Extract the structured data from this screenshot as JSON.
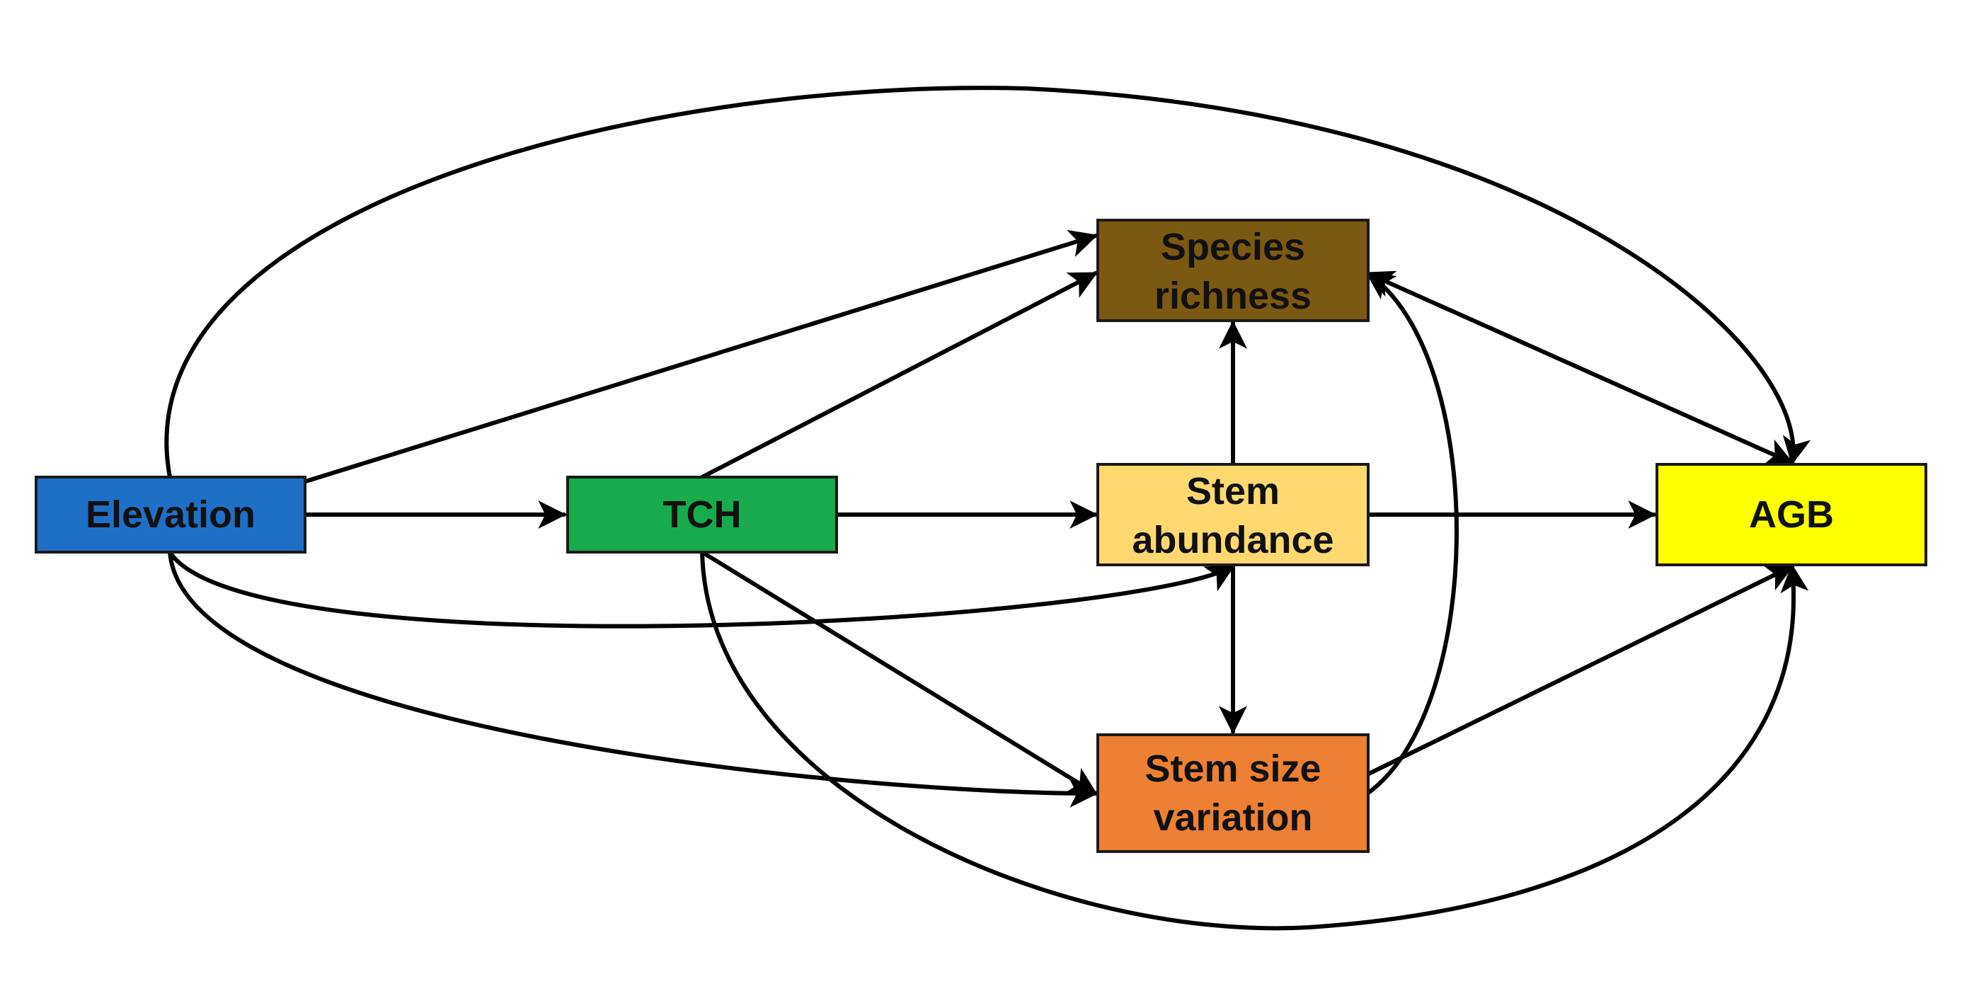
{
  "diagram": {
    "type": "path-diagram",
    "nodes": {
      "elevation": {
        "label_lines": [
          "Elevation"
        ],
        "color": "#1f6fc6"
      },
      "tch": {
        "label_lines": [
          "TCH"
        ],
        "color": "#18ab4b"
      },
      "species_richness": {
        "label_lines": [
          "Species",
          "richness"
        ],
        "color": "#7c5913"
      },
      "stem_abundance": {
        "label_lines": [
          "Stem",
          "abundance"
        ],
        "color": "#ffd970"
      },
      "stem_size_variation": {
        "label_lines": [
          "Stem size",
          "variation"
        ],
        "color": "#ee8033"
      },
      "agb": {
        "label_lines": [
          "AGB"
        ],
        "color": "#ffff00"
      }
    },
    "edges": [
      {
        "from": "elevation",
        "to": "tch",
        "direction": "forward"
      },
      {
        "from": "tch",
        "to": "stem_abundance",
        "direction": "forward"
      },
      {
        "from": "stem_abundance",
        "to": "agb",
        "direction": "forward"
      },
      {
        "from": "elevation",
        "to": "species_richness",
        "direction": "forward"
      },
      {
        "from": "tch",
        "to": "species_richness",
        "direction": "forward"
      },
      {
        "from": "stem_abundance",
        "to": "species_richness",
        "direction": "forward"
      },
      {
        "from": "stem_abundance",
        "to": "stem_size_variation",
        "direction": "forward"
      },
      {
        "from": "species_richness",
        "to": "agb",
        "direction": "both"
      },
      {
        "from": "stem_size_variation",
        "to": "species_richness",
        "direction": "forward"
      },
      {
        "from": "stem_size_variation",
        "to": "agb",
        "direction": "forward"
      },
      {
        "from": "tch",
        "to": "stem_size_variation",
        "direction": "forward"
      },
      {
        "from": "elevation",
        "to": "stem_abundance",
        "direction": "forward"
      },
      {
        "from": "elevation",
        "to": "stem_size_variation",
        "direction": "forward"
      },
      {
        "from": "elevation",
        "to": "agb",
        "direction": "forward"
      },
      {
        "from": "tch",
        "to": "agb",
        "direction": "forward"
      }
    ]
  }
}
